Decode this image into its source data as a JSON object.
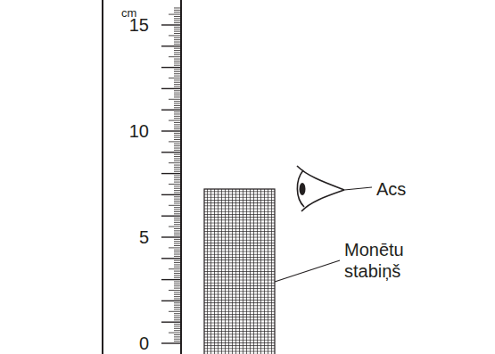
{
  "diagram": {
    "labels": [
      "cm",
      "15",
      "10",
      "5",
      "0",
      "Acs",
      "Monētu stabiņš"
    ]
  }
}
